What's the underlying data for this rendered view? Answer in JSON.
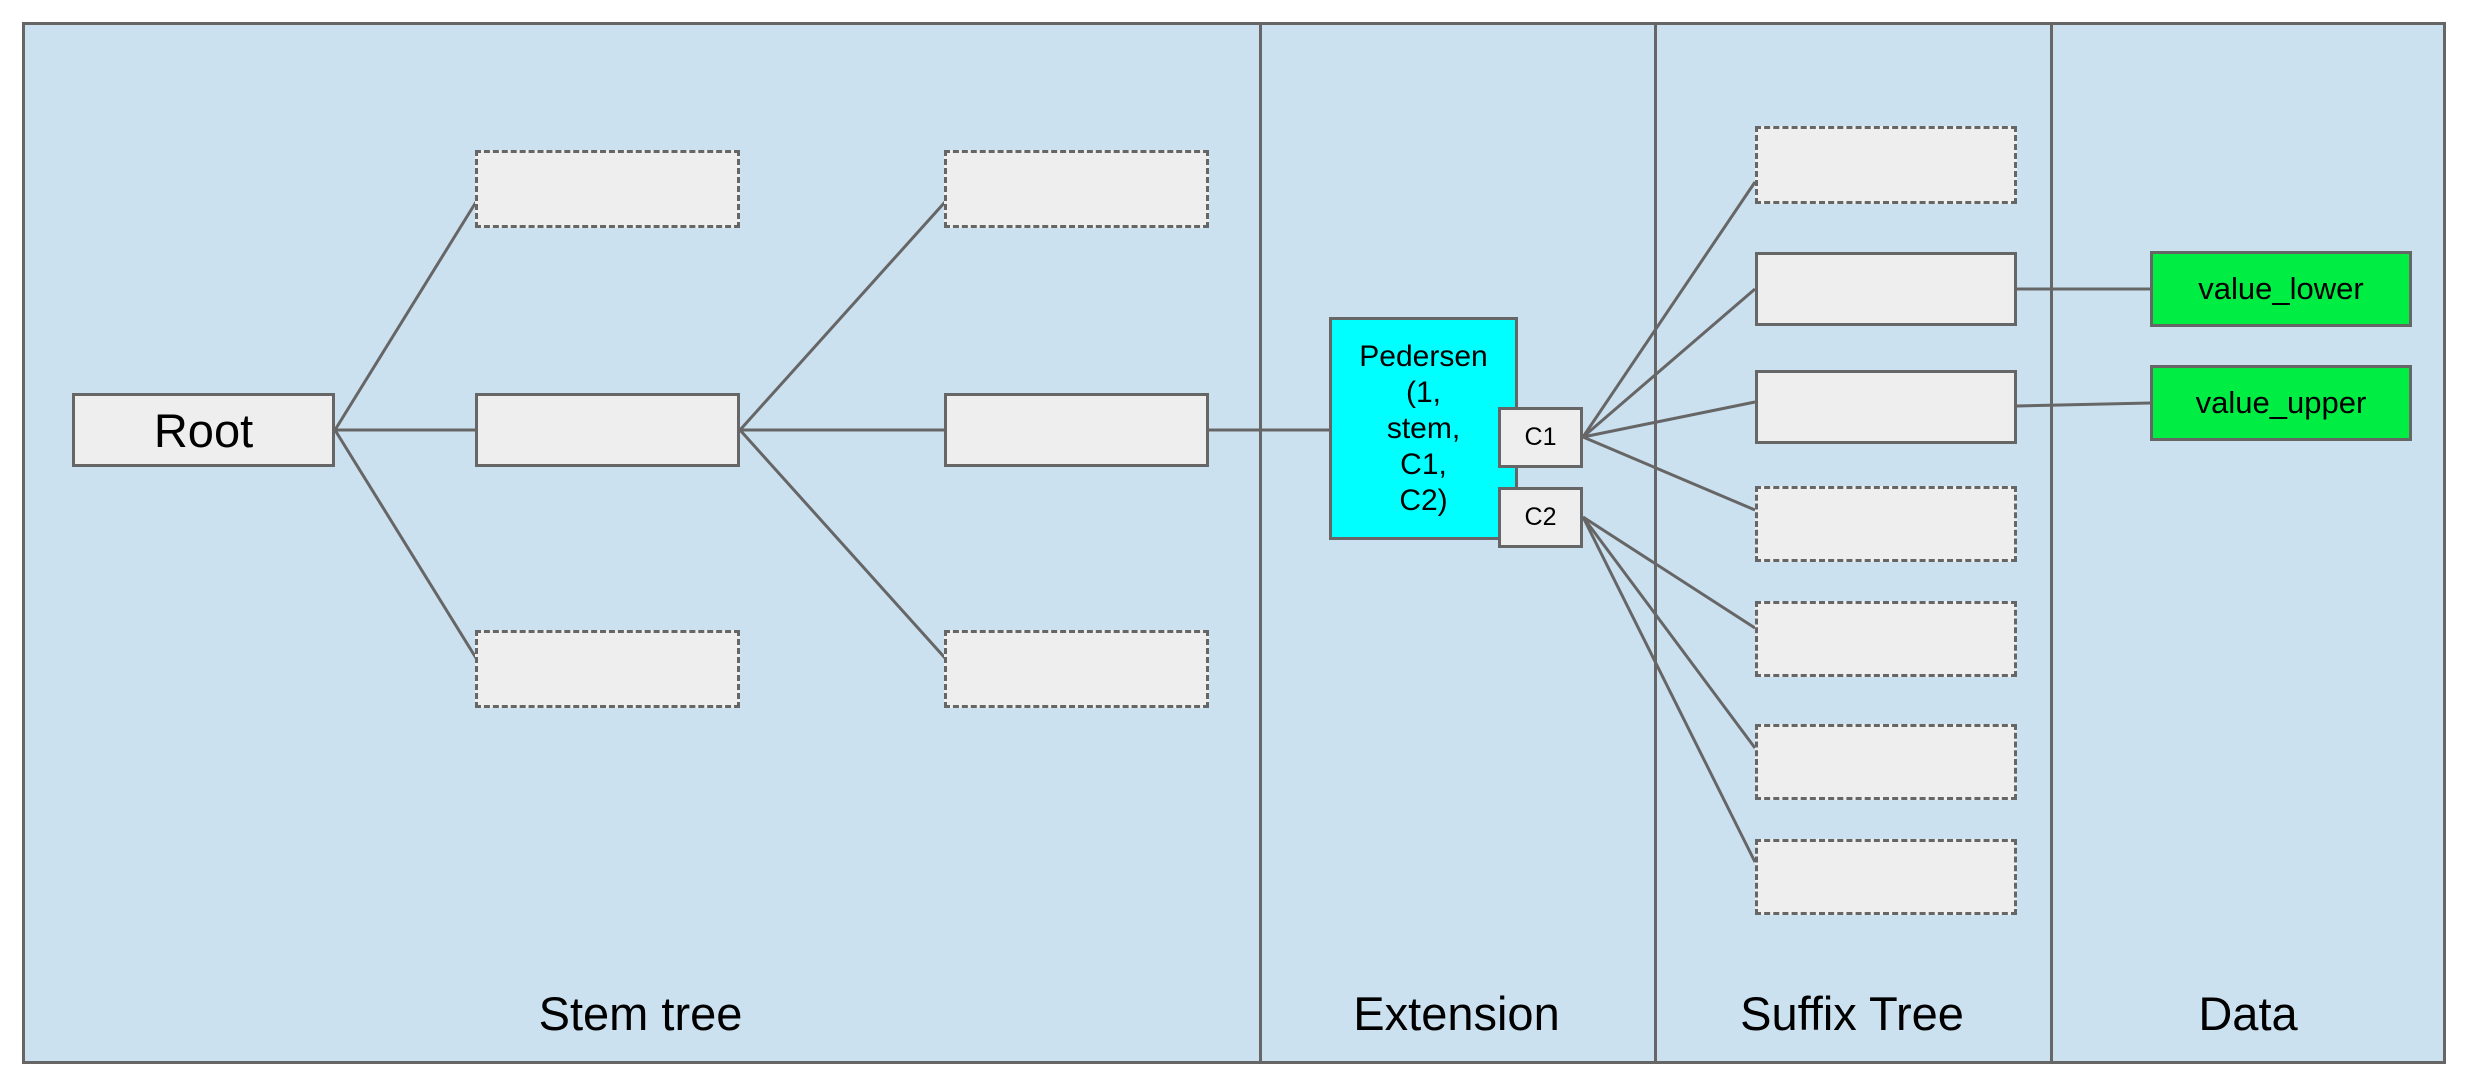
{
  "panels": [
    {
      "label": "Stem tree"
    },
    {
      "label": "Extension"
    },
    {
      "label": "Suffix Tree"
    },
    {
      "label": "Data"
    }
  ],
  "nodes": {
    "root": "Root",
    "pedersen_lines": [
      "Pedersen",
      "(1,",
      "stem,",
      "C1,",
      "C2)"
    ],
    "c1": "C1",
    "c2": "C2",
    "value_lower": "value_lower",
    "value_upper": "value_upper"
  },
  "colors": {
    "panel_background": "#cce1f0",
    "node_fill": "#eeeeee",
    "node_border": "#666666",
    "pedersen_fill": "#00ffff",
    "value_fill": "#00ee44",
    "edge": "#666666",
    "text": "#000000"
  }
}
